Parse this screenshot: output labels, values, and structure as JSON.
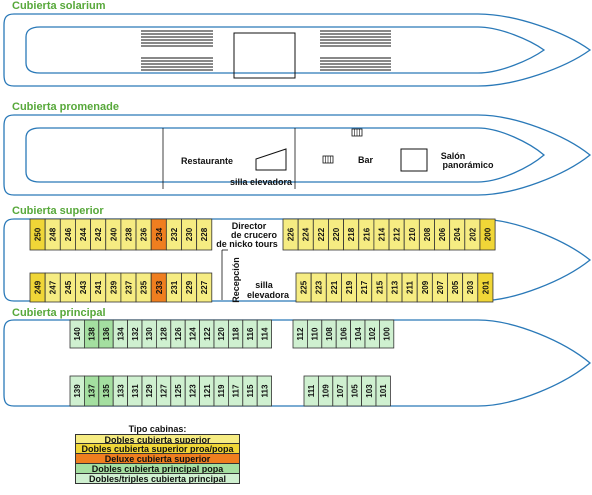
{
  "decks": {
    "solarium": "Cubierta solarium",
    "promenade": "Cubierta promenade",
    "superior": "Cubierta superior",
    "principal": "Cubierta principal"
  },
  "labels": {
    "restaurante": "Restaurante",
    "silla_elevadora_prom": "silla elevadora",
    "bar": "Bar",
    "salon_1": "Salón",
    "salon_2": "panorámico",
    "director_1": "Director",
    "director_2": "de crucero",
    "director_3": "de nicko tours",
    "recepcion": "Recepción",
    "silla_sup_1": "silla",
    "silla_sup_2": "elevadora"
  },
  "colors": {
    "hull": "#2a79b8",
    "deck_title": "#57a83a",
    "dobles_superior": "#f6ec82",
    "proa_popa": "#f0d637",
    "deluxe": "#ef7e1f",
    "principal_popa": "#a4dfa0",
    "principal_triples": "#cff0d0"
  },
  "cabins": {
    "superior_top": [
      {
        "n": "250",
        "t": "proa_popa"
      },
      {
        "n": "248",
        "t": "dobles_superior"
      },
      {
        "n": "246",
        "t": "dobles_superior"
      },
      {
        "n": "244",
        "t": "dobles_superior"
      },
      {
        "n": "242",
        "t": "dobles_superior"
      },
      {
        "n": "240",
        "t": "dobles_superior"
      },
      {
        "n": "238",
        "t": "dobles_superior"
      },
      {
        "n": "236",
        "t": "dobles_superior"
      },
      {
        "n": "234",
        "t": "deluxe"
      },
      {
        "n": "232",
        "t": "dobles_superior"
      },
      {
        "n": "230",
        "t": "dobles_superior"
      },
      {
        "n": "228",
        "t": "dobles_superior"
      },
      {
        "n": "226",
        "t": "dobles_superior"
      },
      {
        "n": "224",
        "t": "dobles_superior"
      },
      {
        "n": "222",
        "t": "dobles_superior"
      },
      {
        "n": "220",
        "t": "dobles_superior"
      },
      {
        "n": "218",
        "t": "dobles_superior"
      },
      {
        "n": "216",
        "t": "dobles_superior"
      },
      {
        "n": "214",
        "t": "dobles_superior"
      },
      {
        "n": "212",
        "t": "dobles_superior"
      },
      {
        "n": "210",
        "t": "dobles_superior"
      },
      {
        "n": "208",
        "t": "dobles_superior"
      },
      {
        "n": "206",
        "t": "dobles_superior"
      },
      {
        "n": "204",
        "t": "dobles_superior"
      },
      {
        "n": "202",
        "t": "dobles_superior"
      },
      {
        "n": "200",
        "t": "proa_popa"
      }
    ],
    "superior_bottom": [
      {
        "n": "249",
        "t": "proa_popa"
      },
      {
        "n": "247",
        "t": "dobles_superior"
      },
      {
        "n": "245",
        "t": "dobles_superior"
      },
      {
        "n": "243",
        "t": "dobles_superior"
      },
      {
        "n": "241",
        "t": "dobles_superior"
      },
      {
        "n": "239",
        "t": "dobles_superior"
      },
      {
        "n": "237",
        "t": "dobles_superior"
      },
      {
        "n": "235",
        "t": "dobles_superior"
      },
      {
        "n": "233",
        "t": "deluxe"
      },
      {
        "n": "231",
        "t": "dobles_superior"
      },
      {
        "n": "229",
        "t": "dobles_superior"
      },
      {
        "n": "227",
        "t": "dobles_superior"
      },
      {
        "n": "225",
        "t": "dobles_superior"
      },
      {
        "n": "223",
        "t": "dobles_superior"
      },
      {
        "n": "221",
        "t": "dobles_superior"
      },
      {
        "n": "219",
        "t": "dobles_superior"
      },
      {
        "n": "217",
        "t": "dobles_superior"
      },
      {
        "n": "215",
        "t": "dobles_superior"
      },
      {
        "n": "213",
        "t": "dobles_superior"
      },
      {
        "n": "211",
        "t": "dobles_superior"
      },
      {
        "n": "209",
        "t": "dobles_superior"
      },
      {
        "n": "207",
        "t": "dobles_superior"
      },
      {
        "n": "205",
        "t": "dobles_superior"
      },
      {
        "n": "203",
        "t": "dobles_superior"
      },
      {
        "n": "201",
        "t": "proa_popa"
      }
    ],
    "principal_top": [
      {
        "n": "140",
        "t": "principal_triples"
      },
      {
        "n": "138",
        "t": "principal_popa"
      },
      {
        "n": "136",
        "t": "principal_popa"
      },
      {
        "n": "134",
        "t": "principal_triples"
      },
      {
        "n": "132",
        "t": "principal_triples"
      },
      {
        "n": "130",
        "t": "principal_triples"
      },
      {
        "n": "128",
        "t": "principal_triples"
      },
      {
        "n": "126",
        "t": "principal_triples"
      },
      {
        "n": "124",
        "t": "principal_triples"
      },
      {
        "n": "122",
        "t": "principal_triples"
      },
      {
        "n": "120",
        "t": "principal_triples"
      },
      {
        "n": "118",
        "t": "principal_triples"
      },
      {
        "n": "116",
        "t": "principal_triples"
      },
      {
        "n": "114",
        "t": "principal_triples"
      },
      {
        "n": "112",
        "t": "principal_triples"
      },
      {
        "n": "110",
        "t": "principal_triples"
      },
      {
        "n": "108",
        "t": "principal_triples"
      },
      {
        "n": "106",
        "t": "principal_triples"
      },
      {
        "n": "104",
        "t": "principal_triples"
      },
      {
        "n": "102",
        "t": "principal_triples"
      },
      {
        "n": "100",
        "t": "principal_triples"
      }
    ],
    "principal_bottom": [
      {
        "n": "139",
        "t": "principal_triples"
      },
      {
        "n": "137",
        "t": "principal_popa"
      },
      {
        "n": "135",
        "t": "principal_popa"
      },
      {
        "n": "133",
        "t": "principal_triples"
      },
      {
        "n": "131",
        "t": "principal_triples"
      },
      {
        "n": "129",
        "t": "principal_triples"
      },
      {
        "n": "127",
        "t": "principal_triples"
      },
      {
        "n": "125",
        "t": "principal_triples"
      },
      {
        "n": "123",
        "t": "principal_triples"
      },
      {
        "n": "121",
        "t": "principal_triples"
      },
      {
        "n": "119",
        "t": "principal_triples"
      },
      {
        "n": "117",
        "t": "principal_triples"
      },
      {
        "n": "115",
        "t": "principal_triples"
      },
      {
        "n": "113",
        "t": "principal_triples"
      },
      {
        "n": "111",
        "t": "principal_triples"
      },
      {
        "n": "109",
        "t": "principal_triples"
      },
      {
        "n": "107",
        "t": "principal_triples"
      },
      {
        "n": "105",
        "t": "principal_triples"
      },
      {
        "n": "103",
        "t": "principal_triples"
      },
      {
        "n": "101",
        "t": "principal_triples"
      }
    ]
  },
  "legend": {
    "title": "Tipo cabinas:",
    "items": [
      {
        "label": "Dobles cubierta superior",
        "t": "dobles_superior"
      },
      {
        "label": "Dobles cubierta superior proa/popa",
        "t": "proa_popa"
      },
      {
        "label": "Deluxe cubierta superior",
        "t": "deluxe"
      },
      {
        "label": "Dobles cubierta principal popa",
        "t": "principal_popa"
      },
      {
        "label": "Dobles/triples cubierta principal",
        "t": "principal_triples"
      }
    ]
  }
}
